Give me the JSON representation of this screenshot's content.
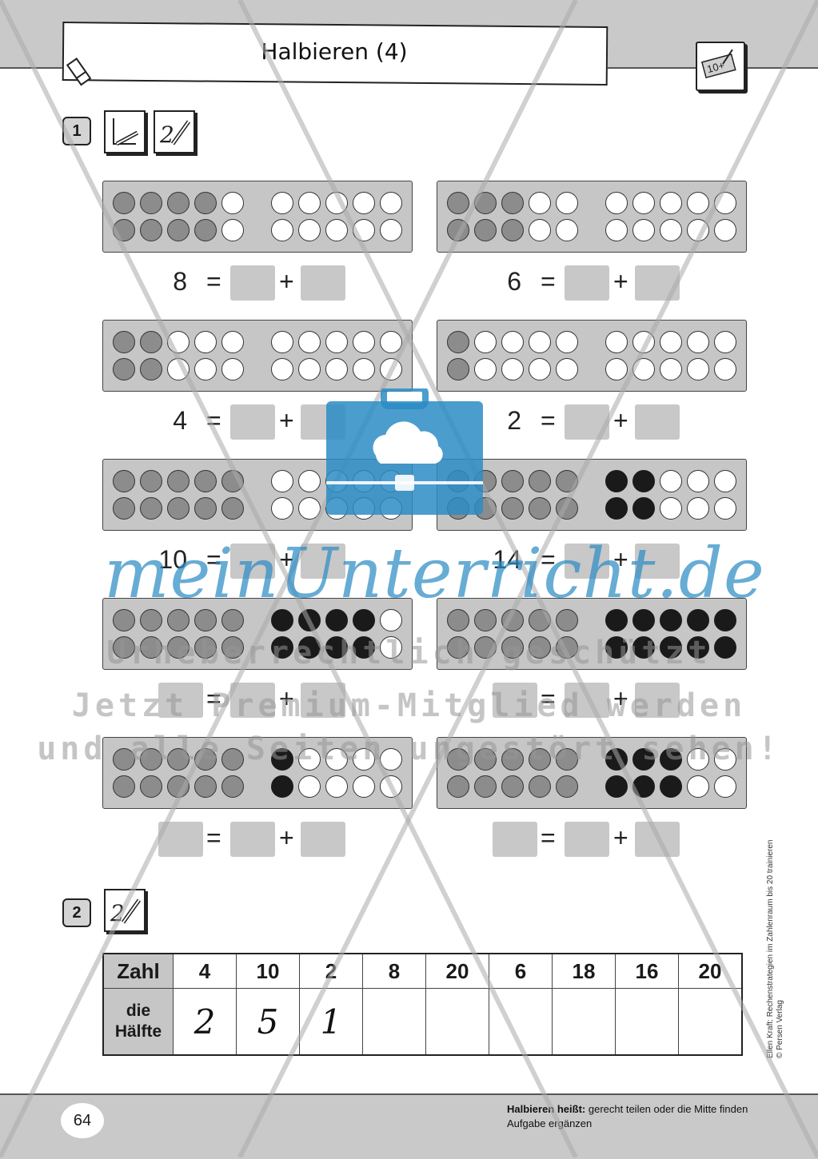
{
  "header": {
    "title": "Halbieren (4)",
    "level_badge": "10+"
  },
  "task1": {
    "number": "1",
    "equals": "=",
    "plus": "+",
    "frames": [
      {
        "total": "8",
        "rows": [
          [
            "g",
            "g",
            "g",
            "g",
            "w",
            "w",
            "w",
            "w",
            "w",
            "w"
          ],
          [
            "g",
            "g",
            "g",
            "g",
            "w",
            "w",
            "w",
            "w",
            "w",
            "w"
          ]
        ]
      },
      {
        "total": "6",
        "rows": [
          [
            "g",
            "g",
            "g",
            "w",
            "w",
            "w",
            "w",
            "w",
            "w",
            "w"
          ],
          [
            "g",
            "g",
            "g",
            "w",
            "w",
            "w",
            "w",
            "w",
            "w",
            "w"
          ]
        ]
      },
      {
        "total": "4",
        "rows": [
          [
            "g",
            "g",
            "w",
            "w",
            "w",
            "w",
            "w",
            "w",
            "w",
            "w"
          ],
          [
            "g",
            "g",
            "w",
            "w",
            "w",
            "w",
            "w",
            "w",
            "w",
            "w"
          ]
        ]
      },
      {
        "total": "2",
        "rows": [
          [
            "g",
            "w",
            "w",
            "w",
            "w",
            "w",
            "w",
            "w",
            "w",
            "w"
          ],
          [
            "g",
            "w",
            "w",
            "w",
            "w",
            "w",
            "w",
            "w",
            "w",
            "w"
          ]
        ]
      },
      {
        "total": "10",
        "rows": [
          [
            "g",
            "g",
            "g",
            "g",
            "g",
            "w",
            "w",
            "w",
            "w",
            "w"
          ],
          [
            "g",
            "g",
            "g",
            "g",
            "g",
            "w",
            "w",
            "w",
            "w",
            "w"
          ]
        ]
      },
      {
        "total": "14",
        "rows": [
          [
            "g",
            "g",
            "g",
            "g",
            "g",
            "b",
            "b",
            "w",
            "w",
            "w"
          ],
          [
            "g",
            "g",
            "g",
            "g",
            "g",
            "b",
            "b",
            "w",
            "w",
            "w"
          ]
        ]
      },
      {
        "total": "",
        "rows": [
          [
            "g",
            "g",
            "g",
            "g",
            "g",
            "b",
            "b",
            "b",
            "b",
            "w"
          ],
          [
            "g",
            "g",
            "g",
            "g",
            "g",
            "b",
            "b",
            "b",
            "b",
            "w"
          ]
        ]
      },
      {
        "total": "",
        "rows": [
          [
            "g",
            "g",
            "g",
            "g",
            "g",
            "b",
            "b",
            "b",
            "b",
            "b"
          ],
          [
            "g",
            "g",
            "g",
            "g",
            "g",
            "b",
            "b",
            "b",
            "b",
            "b"
          ]
        ]
      },
      {
        "total": "",
        "rows": [
          [
            "g",
            "g",
            "g",
            "g",
            "g",
            "b",
            "w",
            "w",
            "w",
            "w"
          ],
          [
            "g",
            "g",
            "g",
            "g",
            "g",
            "b",
            "w",
            "w",
            "w",
            "w"
          ]
        ]
      },
      {
        "total": "",
        "rows": [
          [
            "g",
            "g",
            "g",
            "g",
            "g",
            "b",
            "b",
            "b",
            "w",
            "w"
          ],
          [
            "g",
            "g",
            "g",
            "g",
            "g",
            "b",
            "b",
            "b",
            "w",
            "w"
          ]
        ]
      }
    ]
  },
  "task2": {
    "number": "2",
    "row1_label": "Zahl",
    "row2_label_line1": "die",
    "row2_label_line2": "Hälfte",
    "numbers": [
      "4",
      "10",
      "2",
      "8",
      "20",
      "6",
      "18",
      "16",
      "20"
    ],
    "halves": [
      "2",
      "5",
      "1",
      "",
      "",
      "",
      "",
      "",
      ""
    ]
  },
  "footer": {
    "page_number": "64",
    "definition_bold": "Halbieren heißt:",
    "definition_rest": " gerecht teilen oder die Mitte finden",
    "line2": "Aufgabe ergänzen",
    "credit_line1": "Ellen Kraft: Rechenstrategien im Zahlenraum bis 20 trainieren",
    "credit_line2": "© Persen Verlag"
  },
  "watermark": {
    "brand": "meinUnterricht.de",
    "line1": "Urheberrechtlich geschützt",
    "line2": "Jetzt Premium-Mitglied werden",
    "line3": "und alle Seiten ungestört sehen!"
  },
  "colors": {
    "gray_band": "#c9c9c9",
    "box_gray": "#c8c8c8",
    "watermark_blue": "#2c8cc4"
  }
}
